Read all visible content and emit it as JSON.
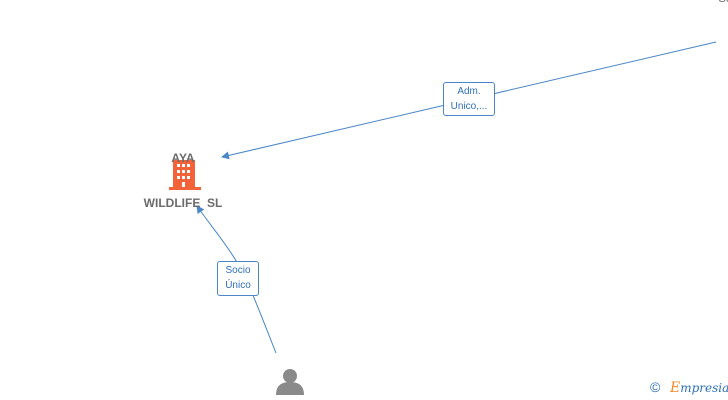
{
  "company": {
    "name_line1": "AYA",
    "name_line2": "WILDLIFE  SL"
  },
  "edges": [
    {
      "label_line1": "Adm.",
      "label_line2": "Unico,..."
    },
    {
      "label_line1": "Socio",
      "label_line2": "Único"
    }
  ],
  "offscreen_node_label": "So",
  "footer": {
    "copyright_symbol": "©",
    "brand_first": "E",
    "brand_rest": "mpresia"
  },
  "colors": {
    "edge": "#4a86c8",
    "company_icon": "#f4623a",
    "person_icon": "#8a8a8a"
  }
}
